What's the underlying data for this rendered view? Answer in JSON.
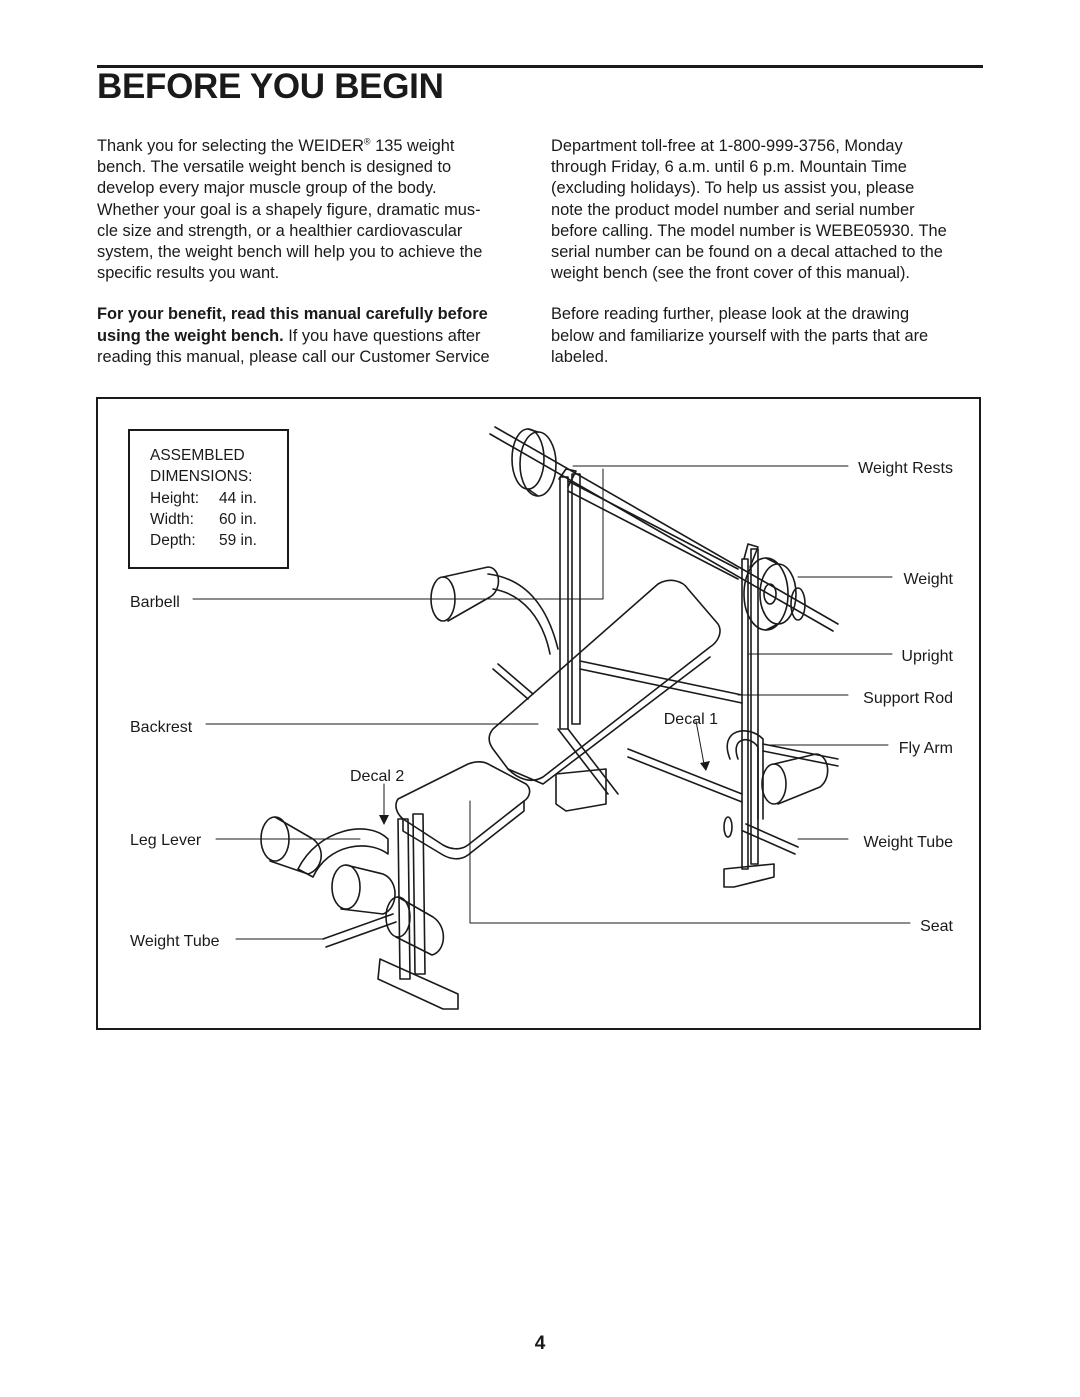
{
  "header": {
    "title": "BEFORE YOU BEGIN"
  },
  "body": {
    "p1": {
      "lines": [
        "bench. The versatile weight bench is designed to",
        "develop every major muscle group of the body.",
        "Whether your goal is a shapely figure, dramatic mus-",
        "cle size and strength, or a healthier cardiovascular",
        "system, the weight bench will help you to achieve the",
        "specific results you want."
      ],
      "first_a": "Thank you for selecting the WEIDER",
      "reg": "®",
      "first_b": " 135 weight"
    },
    "p2": {
      "bold_a": "For your benefit, read this manual carefully before",
      "bold_b": "using the weight bench.",
      "rest_b": " If you have questions after",
      "line3": "reading this manual, please call our Customer Service"
    },
    "p3": {
      "lines": [
        "Department toll-free at 1-800-999-3756, Monday",
        "through Friday, 6 a.m. until 6 p.m. Mountain Time",
        "(excluding holidays). To help us assist you, please",
        "note the product model number and serial number",
        "before calling. The model number is WEBE05930. The",
        "serial number can be found on a decal attached to the",
        "weight bench (see the front cover of this manual)."
      ]
    },
    "p4": {
      "lines": [
        "Before reading further, please look at the drawing",
        "below and familiarize yourself with the parts that are",
        "labeled."
      ]
    }
  },
  "figure": {
    "dimensions": {
      "heading1": "ASSEMBLED",
      "heading2": "DIMENSIONS:",
      "rows": [
        {
          "k": "Height:",
          "v": "44 in."
        },
        {
          "k": "Width:",
          "v": "60 in."
        },
        {
          "k": "Depth:",
          "v": "59 in."
        }
      ]
    },
    "labels": {
      "barbell": "Barbell",
      "backrest": "Backrest",
      "decal2": "Decal 2",
      "leg_lever": "Leg Lever",
      "weight_tube_left": "Weight Tube",
      "weight_rests": "Weight Rests",
      "weight": "Weight",
      "upright": "Upright",
      "support_rod": "Support Rod",
      "decal1": "Decal 1",
      "fly_arm": "Fly Arm",
      "weight_tube_right": "Weight Tube",
      "seat": "Seat"
    }
  },
  "footer": {
    "page_number": "4"
  }
}
